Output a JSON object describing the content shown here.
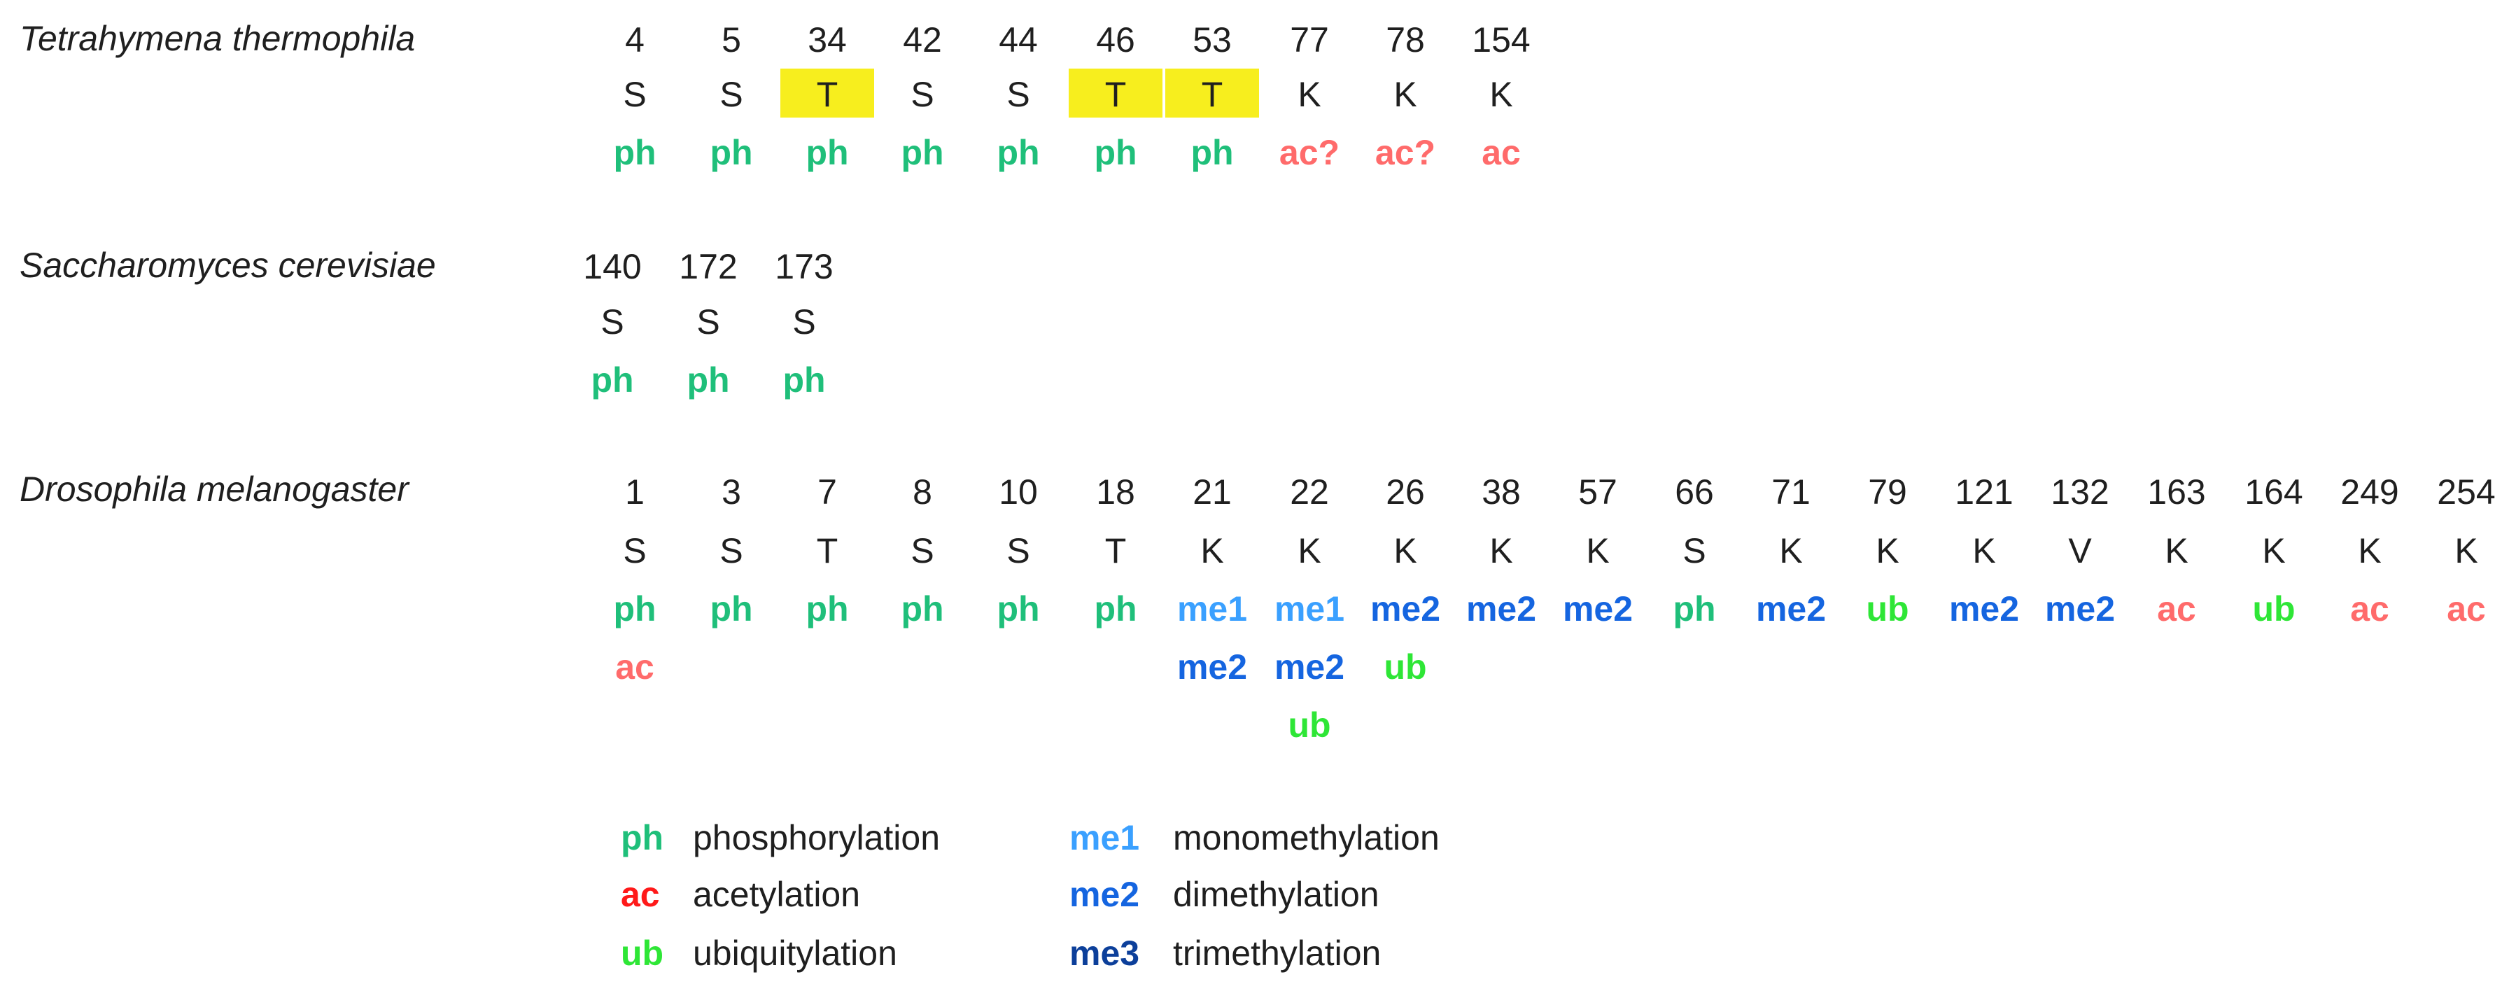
{
  "colors": {
    "ph": "#1fbf7a",
    "ac": "#ff6b6b",
    "ub": "#2ee636",
    "me1": "#3aa0ff",
    "me2": "#1565e0",
    "me3": "#0c3f9a",
    "highlight": "#f7ee1e",
    "text": "#1f1f1f"
  },
  "species": [
    {
      "name": "Tetrahymena thermophila",
      "sites": [
        {
          "pos": "4",
          "residue": "S",
          "mods": [
            "ph"
          ],
          "highlight": false
        },
        {
          "pos": "5",
          "residue": "S",
          "mods": [
            "ph"
          ],
          "highlight": false
        },
        {
          "pos": "34",
          "residue": "T",
          "mods": [
            "ph"
          ],
          "highlight": true
        },
        {
          "pos": "42",
          "residue": "S",
          "mods": [
            "ph"
          ],
          "highlight": false
        },
        {
          "pos": "44",
          "residue": "S",
          "mods": [
            "ph"
          ],
          "highlight": false
        },
        {
          "pos": "46",
          "residue": "T",
          "mods": [
            "ph"
          ],
          "highlight": true
        },
        {
          "pos": "53",
          "residue": "T",
          "mods": [
            "ph"
          ],
          "highlight": true
        },
        {
          "pos": "77",
          "residue": "K",
          "mods": [
            "ac?"
          ],
          "highlight": false
        },
        {
          "pos": "78",
          "residue": "K",
          "mods": [
            "ac?"
          ],
          "highlight": false
        },
        {
          "pos": "154",
          "residue": "K",
          "mods": [
            "ac"
          ],
          "highlight": false
        }
      ]
    },
    {
      "name": "Saccharomyces cerevisiae",
      "sites": [
        {
          "pos": "140",
          "residue": "S",
          "mods": [
            "ph"
          ],
          "highlight": false
        },
        {
          "pos": "172",
          "residue": "S",
          "mods": [
            "ph"
          ],
          "highlight": false
        },
        {
          "pos": "173",
          "residue": "S",
          "mods": [
            "ph"
          ],
          "highlight": false
        }
      ]
    },
    {
      "name": "Drosophila melanogaster",
      "sites": [
        {
          "pos": "1",
          "residue": "S",
          "mods": [
            "ph",
            "ac"
          ],
          "highlight": false
        },
        {
          "pos": "3",
          "residue": "S",
          "mods": [
            "ph"
          ],
          "highlight": false
        },
        {
          "pos": "7",
          "residue": "T",
          "mods": [
            "ph"
          ],
          "highlight": false
        },
        {
          "pos": "8",
          "residue": "S",
          "mods": [
            "ph"
          ],
          "highlight": false
        },
        {
          "pos": "10",
          "residue": "S",
          "mods": [
            "ph"
          ],
          "highlight": false
        },
        {
          "pos": "18",
          "residue": "T",
          "mods": [
            "ph"
          ],
          "highlight": false
        },
        {
          "pos": "21",
          "residue": "K",
          "mods": [
            "me1",
            "me2"
          ],
          "highlight": false
        },
        {
          "pos": "22",
          "residue": "K",
          "mods": [
            "me1",
            "me2",
            "ub"
          ],
          "highlight": false
        },
        {
          "pos": "26",
          "residue": "K",
          "mods": [
            "me2",
            "ub"
          ],
          "highlight": false
        },
        {
          "pos": "38",
          "residue": "K",
          "mods": [
            "me2"
          ],
          "highlight": false
        },
        {
          "pos": "57",
          "residue": "K",
          "mods": [
            "me2"
          ],
          "highlight": false
        },
        {
          "pos": "66",
          "residue": "S",
          "mods": [
            "ph"
          ],
          "highlight": false
        },
        {
          "pos": "71",
          "residue": "K",
          "mods": [
            "me2"
          ],
          "highlight": false
        },
        {
          "pos": "79",
          "residue": "K",
          "mods": [
            "ub"
          ],
          "highlight": false
        },
        {
          "pos": "121",
          "residue": "K",
          "mods": [
            "me2"
          ],
          "highlight": false
        },
        {
          "pos": "132",
          "residue": "V",
          "mods": [
            "me2"
          ],
          "highlight": false
        },
        {
          "pos": "163",
          "residue": "K",
          "mods": [
            "ac"
          ],
          "highlight": false
        },
        {
          "pos": "164",
          "residue": "K",
          "mods": [
            "ub"
          ],
          "highlight": false
        },
        {
          "pos": "249",
          "residue": "K",
          "mods": [
            "ac"
          ],
          "highlight": false
        },
        {
          "pos": "254",
          "residue": "K",
          "mods": [
            "ac"
          ],
          "highlight": false
        }
      ]
    }
  ],
  "legend": [
    {
      "abbr": "ph",
      "label": "phosphorylation"
    },
    {
      "abbr": "ac",
      "label": "acetylation",
      "color": "#ff1a1a"
    },
    {
      "abbr": "ub",
      "label": "ubiquitylation"
    },
    {
      "abbr": "me1",
      "label": "monomethylation"
    },
    {
      "abbr": "me2",
      "label": "dimethylation"
    },
    {
      "abbr": "me3",
      "label": "trimethylation"
    }
  ]
}
